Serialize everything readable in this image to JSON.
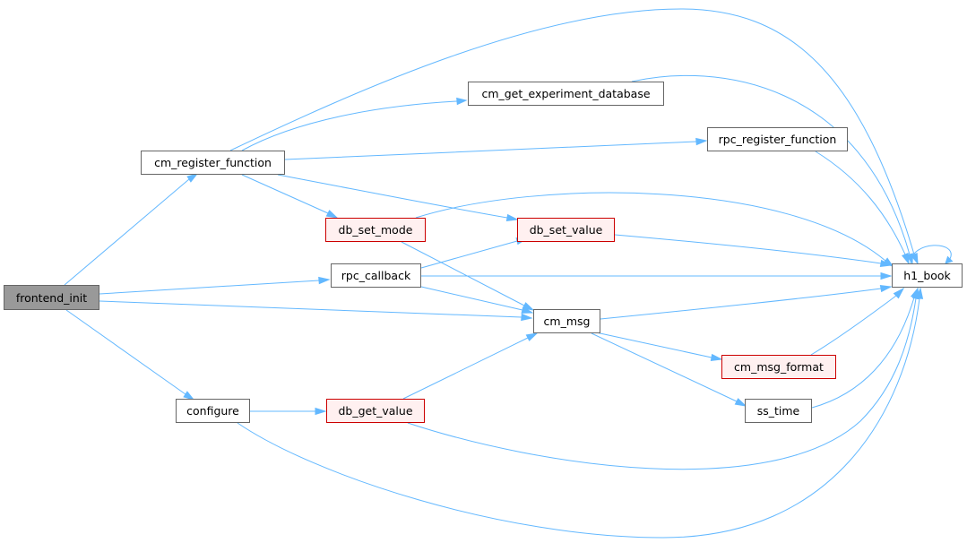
{
  "nodes": [
    {
      "id": "frontend_init",
      "label": "frontend_init",
      "style": "root"
    },
    {
      "id": "cm_register_function",
      "label": "cm_register_function",
      "style": "normal"
    },
    {
      "id": "cm_get_experiment_database",
      "label": "cm_get_experiment_database",
      "style": "normal"
    },
    {
      "id": "rpc_register_function",
      "label": "rpc_register_function",
      "style": "normal"
    },
    {
      "id": "db_set_mode",
      "label": "db_set_mode",
      "style": "red"
    },
    {
      "id": "db_set_value",
      "label": "db_set_value",
      "style": "red"
    },
    {
      "id": "rpc_callback",
      "label": "rpc_callback",
      "style": "normal"
    },
    {
      "id": "h1_book",
      "label": "h1_book",
      "style": "normal"
    },
    {
      "id": "cm_msg",
      "label": "cm_msg",
      "style": "normal"
    },
    {
      "id": "cm_msg_format",
      "label": "cm_msg_format",
      "style": "red"
    },
    {
      "id": "configure",
      "label": "configure",
      "style": "normal"
    },
    {
      "id": "db_get_value",
      "label": "db_get_value",
      "style": "red"
    },
    {
      "id": "ss_time",
      "label": "ss_time",
      "style": "normal"
    }
  ],
  "edges": [
    [
      "frontend_init",
      "cm_register_function"
    ],
    [
      "frontend_init",
      "rpc_callback"
    ],
    [
      "frontend_init",
      "cm_msg"
    ],
    [
      "frontend_init",
      "configure"
    ],
    [
      "cm_register_function",
      "h1_book"
    ],
    [
      "cm_register_function",
      "cm_get_experiment_database"
    ],
    [
      "cm_register_function",
      "rpc_register_function"
    ],
    [
      "cm_register_function",
      "db_set_mode"
    ],
    [
      "cm_register_function",
      "db_set_value"
    ],
    [
      "cm_get_experiment_database",
      "h1_book"
    ],
    [
      "rpc_register_function",
      "h1_book"
    ],
    [
      "db_set_mode",
      "h1_book"
    ],
    [
      "db_set_mode",
      "cm_msg"
    ],
    [
      "db_set_value",
      "h1_book"
    ],
    [
      "rpc_callback",
      "db_set_value"
    ],
    [
      "rpc_callback",
      "h1_book"
    ],
    [
      "rpc_callback",
      "cm_msg"
    ],
    [
      "cm_msg",
      "h1_book"
    ],
    [
      "cm_msg",
      "cm_msg_format"
    ],
    [
      "cm_msg",
      "ss_time"
    ],
    [
      "cm_msg_format",
      "h1_book"
    ],
    [
      "ss_time",
      "h1_book"
    ],
    [
      "configure",
      "db_get_value"
    ],
    [
      "configure",
      "h1_book"
    ],
    [
      "db_get_value",
      "cm_msg"
    ],
    [
      "db_get_value",
      "h1_book"
    ],
    [
      "h1_book",
      "h1_book"
    ]
  ],
  "colors": {
    "edge": "#63b8ff",
    "root_fill": "#999999",
    "node_border": "#666666",
    "red_border": "#cc0000",
    "red_fill": "#fff0f0"
  }
}
